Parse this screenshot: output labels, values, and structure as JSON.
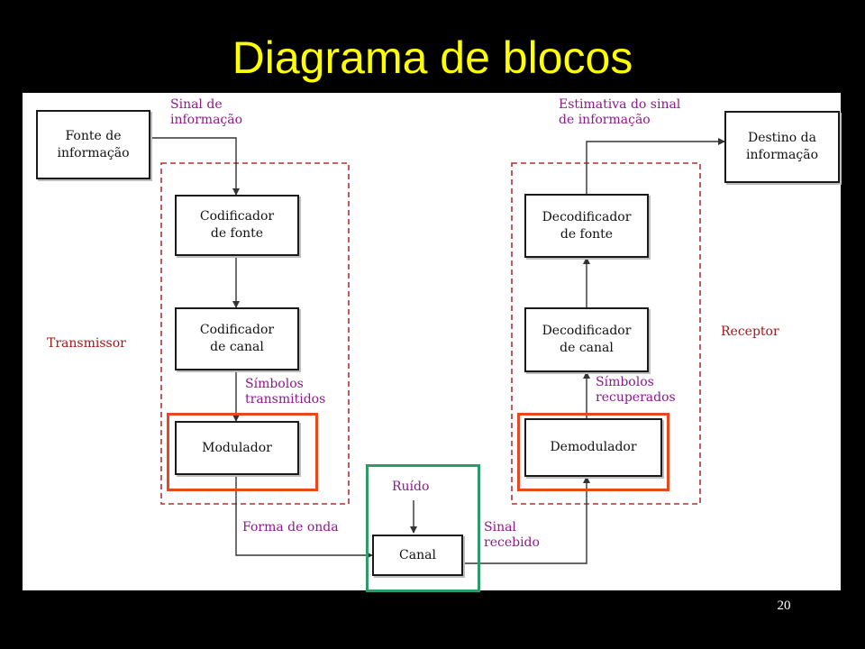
{
  "slide": {
    "title": "Diagrama de blocos",
    "page_number": "20"
  },
  "diagram": {
    "blocks": {
      "fonte": "Fonte de\ninformação",
      "cod_fonte": "Codificador\nde fonte",
      "cod_canal": "Codificador\nde canal",
      "modulador": "Modulador",
      "canal": "Canal",
      "demodulador": "Demodulador",
      "dec_canal": "Decodificador\nde canal",
      "dec_fonte": "Decodificador\nde fonte",
      "destino": "Destino da\ninformação"
    },
    "signal_labels": {
      "sinal_informacao": "Sinal de\ninformação",
      "simbolos_transmitidos": "Símbolos\ntransmitidos",
      "forma_de_onda": "Forma de onda",
      "ruido": "Ruído",
      "sinal_recebido": "Sinal\nrecebido",
      "simbolos_recuperados": "Símbolos\nrecuperados",
      "estimativa": "Estimativa do sinal\nde informação"
    },
    "groups": {
      "transmissor": "Transmissor",
      "receptor": "Receptor"
    },
    "colors": {
      "title": "#ffff00",
      "signal_label": "#8b1a8b",
      "group_label": "#a01818",
      "group_border": "#b03030",
      "highlight_modulation": "#e8481c",
      "highlight_channel": "#2e9a6a"
    }
  }
}
